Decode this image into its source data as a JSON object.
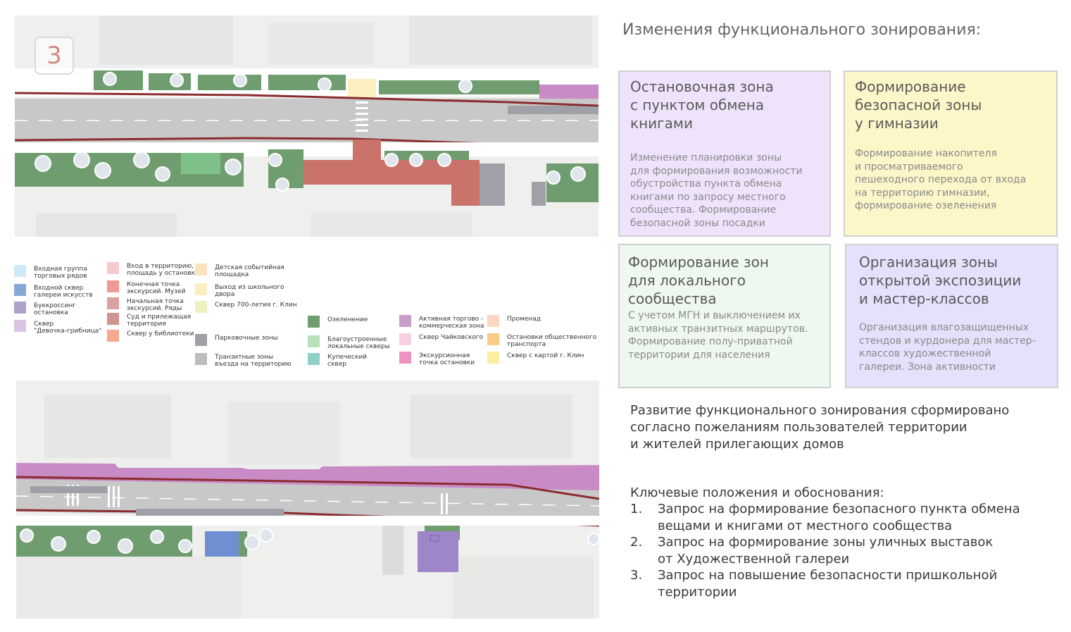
{
  "page_number": "3",
  "heading": "Изменения функционального зонирования:",
  "colors": {
    "green": "#6f9d70",
    "purple_card": "#efe2fb",
    "yellow_card": "#fdf6c8",
    "green_card": "#eef8ee",
    "lavender_card": "#e3e1fb",
    "red_line": "#8a2c30",
    "magenta_zone": "#c98bc6",
    "terracotta": "#c9736b"
  },
  "legend": {
    "col1": [
      {
        "label": "Входная группа\nторговых рядов",
        "color": "#cfe9f7"
      },
      {
        "label": "Входной сквер\nгалереи искусств",
        "color": "#86a8d6"
      },
      {
        "label": "Буккроссинг\nостановка",
        "color": "#aea2c9"
      },
      {
        "label": "Сквер\n\"Девочка-грибница\"",
        "color": "#d9c5e3"
      }
    ],
    "col2": [
      {
        "label": "Вход в территорию,\nплощадь у остановки",
        "color": "#f6c9cd"
      },
      {
        "label": "Конечная точка\nэкскурсий. Музей",
        "color": "#ee9a93"
      },
      {
        "label": "Начальная точка\nэкскурсий. Ряды",
        "color": "#d9a2a0"
      },
      {
        "label": "Суд и прилежащая\nтерритория",
        "color": "#cd9490"
      },
      {
        "label": "Сквер у библиотеки",
        "color": "#f6a98f"
      }
    ],
    "col3": [
      {
        "label": "Детская событийная\nплощадка",
        "color": "#fbe3bf"
      },
      {
        "label": "Выход из школьного\nдвора",
        "color": "#fbefc2"
      },
      {
        "label": "Сквер 700-летия г. Клин",
        "color": "#eff0c2"
      }
    ],
    "col3b": [
      {
        "label": "Парковочные зоны",
        "color": "#9fa0a8"
      },
      {
        "label": "Транзитные зоны\nвъезда на территорию",
        "color": "#bdbdbd"
      }
    ],
    "col4": [
      {
        "label": "Озеленение",
        "color": "#6f9d70"
      },
      {
        "label": "Благоустроенные\nлокальные скверы",
        "color": "#b7e1b8"
      },
      {
        "label": "Купеческий\nсквер",
        "color": "#8fd1c7"
      }
    ],
    "col5": [
      {
        "label": "Активная торгово -\nкоммерческая зона",
        "color": "#c89ec8"
      },
      {
        "label": "Сквер Чайковского",
        "color": "#f7cfe4"
      },
      {
        "label": "Экскурсионная\nточка остановки",
        "color": "#ee93bf"
      }
    ],
    "col6": [
      {
        "label": "Променад",
        "color": "#fcd8c2"
      },
      {
        "label": "Остановки общественного\nтранспорта",
        "color": "#f9cb88"
      },
      {
        "label": "Сквер с картой г. Клин",
        "color": "#fbeea0"
      }
    ]
  },
  "cards": [
    {
      "title": "Остановочная зона\nс пунктом обмена\nкнигами",
      "body": "Изменение планировки зоны\nдля формирования возможности\nобустройства пункта обмена\nкнигами по запросу местного\nсообщества. Формирование\nбезопасной зоны посадки"
    },
    {
      "title": "Формирование\nбезопасной зоны\nу гимназии",
      "body": "Формирование накопителя\nи просматриваемого\nпешеходного перехода от входа\nна территорию гимназии,\nформирование озеленения"
    },
    {
      "title": "Формирование зон\nдля локального\nсообщества",
      "body": "С учетом МГН и выключением их\nактивных транзитных маршрутов.\nФормирование полу-приватной\nтерритории для населения"
    },
    {
      "title": "Организация зоны\nоткрытой экспозиции\nи мастер-классов",
      "body": "Организация влагозащищенных\nстендов и курдонера для мастер-\nклассов художественной\nгалереи. Зона активности"
    }
  ],
  "summary": "Развитие функционального зонирования сформировано\nсогласно пожеланиям пользователей территории\nи жителей прилегающих домов",
  "key_points": {
    "title": "Ключевые положения и обоснования:",
    "items": [
      {
        "num": "1.",
        "text": "Запрос на формирование безопасного пункта обмена\nвещами и книгами от местного сообщества"
      },
      {
        "num": "2.",
        "text": "Запрос на формирование зоны уличных выставок\nот Художественной галереи"
      },
      {
        "num": "3.",
        "text": "Запрос на повышение безопасности пришкольной\nтерритории"
      }
    ]
  }
}
